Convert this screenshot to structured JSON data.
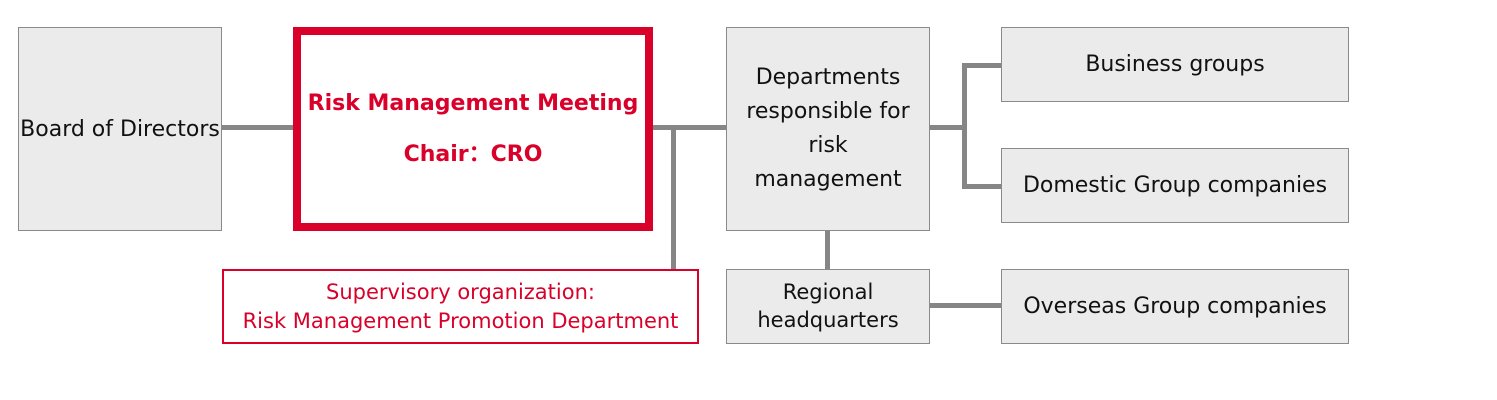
{
  "nodes": {
    "board": "Board of Directors",
    "meeting_title": "Risk Management Meeting",
    "meeting_chair": "Chair：CRO",
    "supervisory_line1": "Supervisory organization:",
    "supervisory_line2": "Risk Management Promotion Department",
    "departments": "Departments responsible for risk management",
    "regional": "Regional headquarters",
    "business": "Business groups",
    "domestic": "Domestic Group companies",
    "overseas": "Overseas Group companies"
  },
  "colors": {
    "accent_red": "#d9002a",
    "box_fill": "#ebebeb",
    "box_border": "#8a8a8a",
    "connector": "#868686"
  }
}
